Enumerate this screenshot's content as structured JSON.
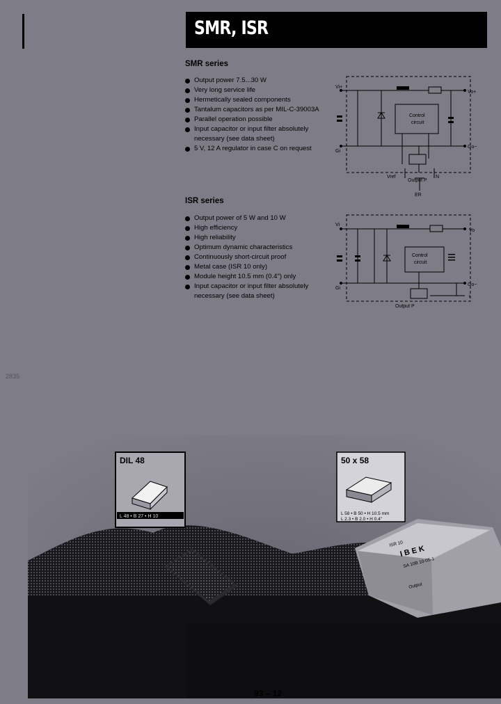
{
  "header": {
    "title": "SMR, ISR"
  },
  "smr": {
    "title": "SMR series",
    "bullets": [
      "Output power 7.5...30 W",
      "Very long service life",
      "Hermetically sealed components",
      "Tantalum capacitors as per MIL-C-39003A",
      "Parallel operation possible",
      "Input capacitor or input filter absolutely",
      "5 V, 12 A regulator in case C on request"
    ],
    "bullet6_cont": "necessary (see data sheet)",
    "schematic": {
      "vi": "Vi+",
      "gi": "Gi",
      "vo": "Vo+",
      "go": "Go−",
      "control": "Control",
      "circuit": "circuit",
      "vref": "Vref",
      "outputp": "Output P",
      "n": "N",
      "er": "ER"
    }
  },
  "isr": {
    "title": "ISR series",
    "bullets": [
      "Output power of 5 W and 10 W",
      "High efficiency",
      "High reliability",
      "Optimum dynamic characteristics",
      "Continuously short-circuit proof",
      "Metal case (ISR 10 only)",
      "Module height 10.5 mm (0.4\") only",
      "Input capacitor or input filter absolutely"
    ],
    "bullet8_cont": "necessary (see data sheet)",
    "schematic": {
      "vi": "Vi",
      "gi": "Gi",
      "vo": "Vo",
      "go": "Go−",
      "control": "Control",
      "circuit": "circuit",
      "outputp": "Output P",
      "i": "i"
    }
  },
  "side_note": "2835",
  "photo": {
    "dil_label": "DIL 48",
    "dil_dims": "L 48 • B 27 • H 10",
    "box_label": "50 x 58",
    "box_dims_1": "L 58 • B 50 • H 10.5 mm",
    "box_dims_2": "L 2.3 • B 2.0 • H 0.4\"",
    "module_brand": "I B E K",
    "module_line1": "ISR 10",
    "module_line2": "SA 10B 10-05-1",
    "module_line3": "Output"
  },
  "footer": {
    "page_number": "93 – 12"
  }
}
